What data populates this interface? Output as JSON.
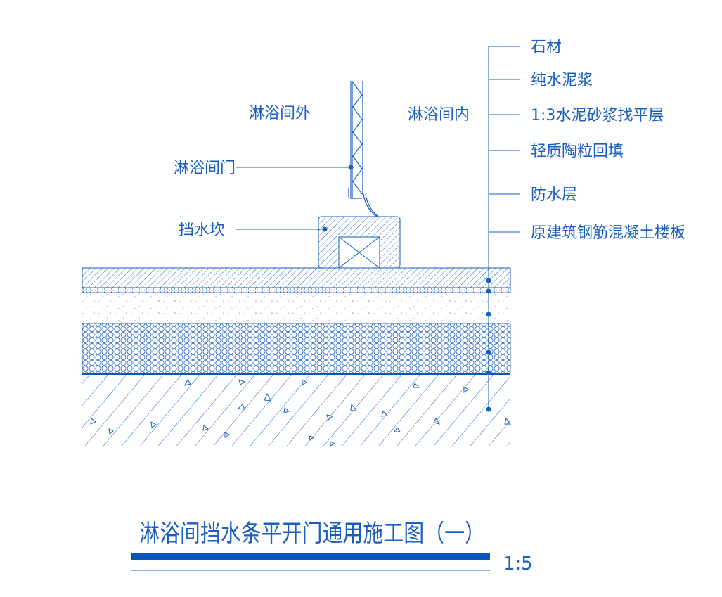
{
  "colors": {
    "ink": "#1a5fc0",
    "bar": "#0a55b5"
  },
  "labels": {
    "outside": "淋浴间外",
    "inside": "淋浴间内",
    "door": "淋浴间门",
    "curb": "挡水坎"
  },
  "layers": [
    "石材",
    "纯水泥浆",
    "1:3水泥砂浆找平层",
    "轻质陶粒回填",
    "防水层",
    "原建筑钢筋混凝土楼板"
  ],
  "title": "淋浴间挡水条平开门通用施工图（一）",
  "scale": "1:5"
}
